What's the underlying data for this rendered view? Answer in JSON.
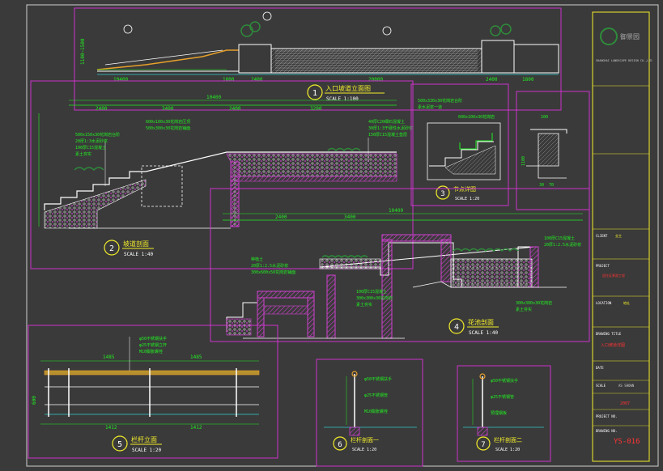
{
  "colors": {
    "background": "#3a3a3a",
    "frame": "#d0d0d0",
    "viewport": "#cc33cc",
    "dimension": "#22ee22",
    "structure": "#ffffff",
    "hatch": "#d040d0",
    "title_text": "#f4ee2a",
    "cyan": "#33cccc",
    "red": "#ff3333"
  },
  "views": [
    {
      "number": "1",
      "title": "入口坡道立面图",
      "scale": "SCALE  1:100"
    },
    {
      "number": "2",
      "title": "坡道剖面",
      "scale": "SCALE  1:40"
    },
    {
      "number": "3",
      "title": "节点详图",
      "scale": "SCALE  1:20"
    },
    {
      "number": "4",
      "title": "花池剖面",
      "scale": "SCALE  1:40"
    },
    {
      "number": "5",
      "title": "栏杆立面",
      "scale": "SCALE  1:20"
    },
    {
      "number": "6",
      "title": "栏杆剖面一",
      "scale": "SCALE  1:20"
    },
    {
      "number": "7",
      "title": "栏杆剖面二",
      "scale": "SCALE  1:20"
    }
  ],
  "dimensions": {
    "elev_bottom": [
      "10400",
      "1800",
      "2400",
      "20000",
      "2400",
      "1800"
    ],
    "elev_left": "1100~1500",
    "sec2_top_total": "10400",
    "sec2_top": [
      "2400",
      "3400",
      "2400",
      "3200"
    ],
    "sec4_top_total": "10400",
    "sec4_top": [
      "2400",
      "3400"
    ],
    "rail_top": [
      "1485",
      "1485"
    ],
    "rail_bottom": [
      "1412",
      "1412"
    ],
    "rail_left": "600",
    "d3_top": "100",
    "d3_bottom": [
      "30",
      "70"
    ],
    "d3_left": "1100"
  },
  "notes": {
    "sec2_a": "500x150x30花岗岩台阶",
    "sec2_b": "20厚1:3水泥砂浆",
    "sec2_c": "100厚C15混凝土",
    "sec2_d": "素土夯实",
    "sec2_e": "600x100x30花岗岩压顶",
    "sec2_f": "500x300x30花岗岩铺面",
    "sec2_g": "30厚1:3干硬性水泥砂浆",
    "sec2_h": "40厚C20细石混凝土",
    "sec2_i": "150厚C15混凝土垫层",
    "d3_a": "500x330x30花岗岩台阶",
    "d3_b": "素水泥浆一道",
    "d3_c": "600x100x30花岗岩",
    "sec4_a": "种植土",
    "sec4_b": "20厚1:2.5水泥砂浆",
    "sec4_c": "100厚C15混凝土",
    "sec4_d": "300x300x30花岗岩",
    "sec4_e": "300x600x50花岗岩铺面",
    "sec4_f": "素土夯实",
    "rail_a": "φ50不锈钢扶手",
    "rail_b": "φ25不锈钢立杆",
    "rail_c": "M10膨胀螺栓",
    "r6_a": "φ50不锈钢扶手",
    "r6_b": "φ25不锈钢管",
    "r6_c": "M10膨胀螺栓",
    "r7_a": "φ50不锈钢扶手",
    "r7_b": "φ25不锈钢管",
    "r7_c": "预埋钢板"
  },
  "title_block": {
    "logo_text": "御景园",
    "company": "SHANGHAI LANDSCAPE DESIGN CO.,LTD",
    "client_label": "CLIENT",
    "client_value": "业主",
    "project_label": "PROJECT",
    "project_value": "居住区景观工程",
    "location_label": "LOCATION",
    "location_value": "地址",
    "drawing_title_label": "DRAWING TITLE",
    "drawing_title_value": "入口坡道详图",
    "date_label": "DATE",
    "date_value": "2007",
    "scale_label": "SCALE",
    "scale_value": "AS SHOWN",
    "project_no_label": "PROJECT NO.",
    "drawing_no_label": "DRAWING NO.",
    "drawing_no_value": "YS-016"
  }
}
